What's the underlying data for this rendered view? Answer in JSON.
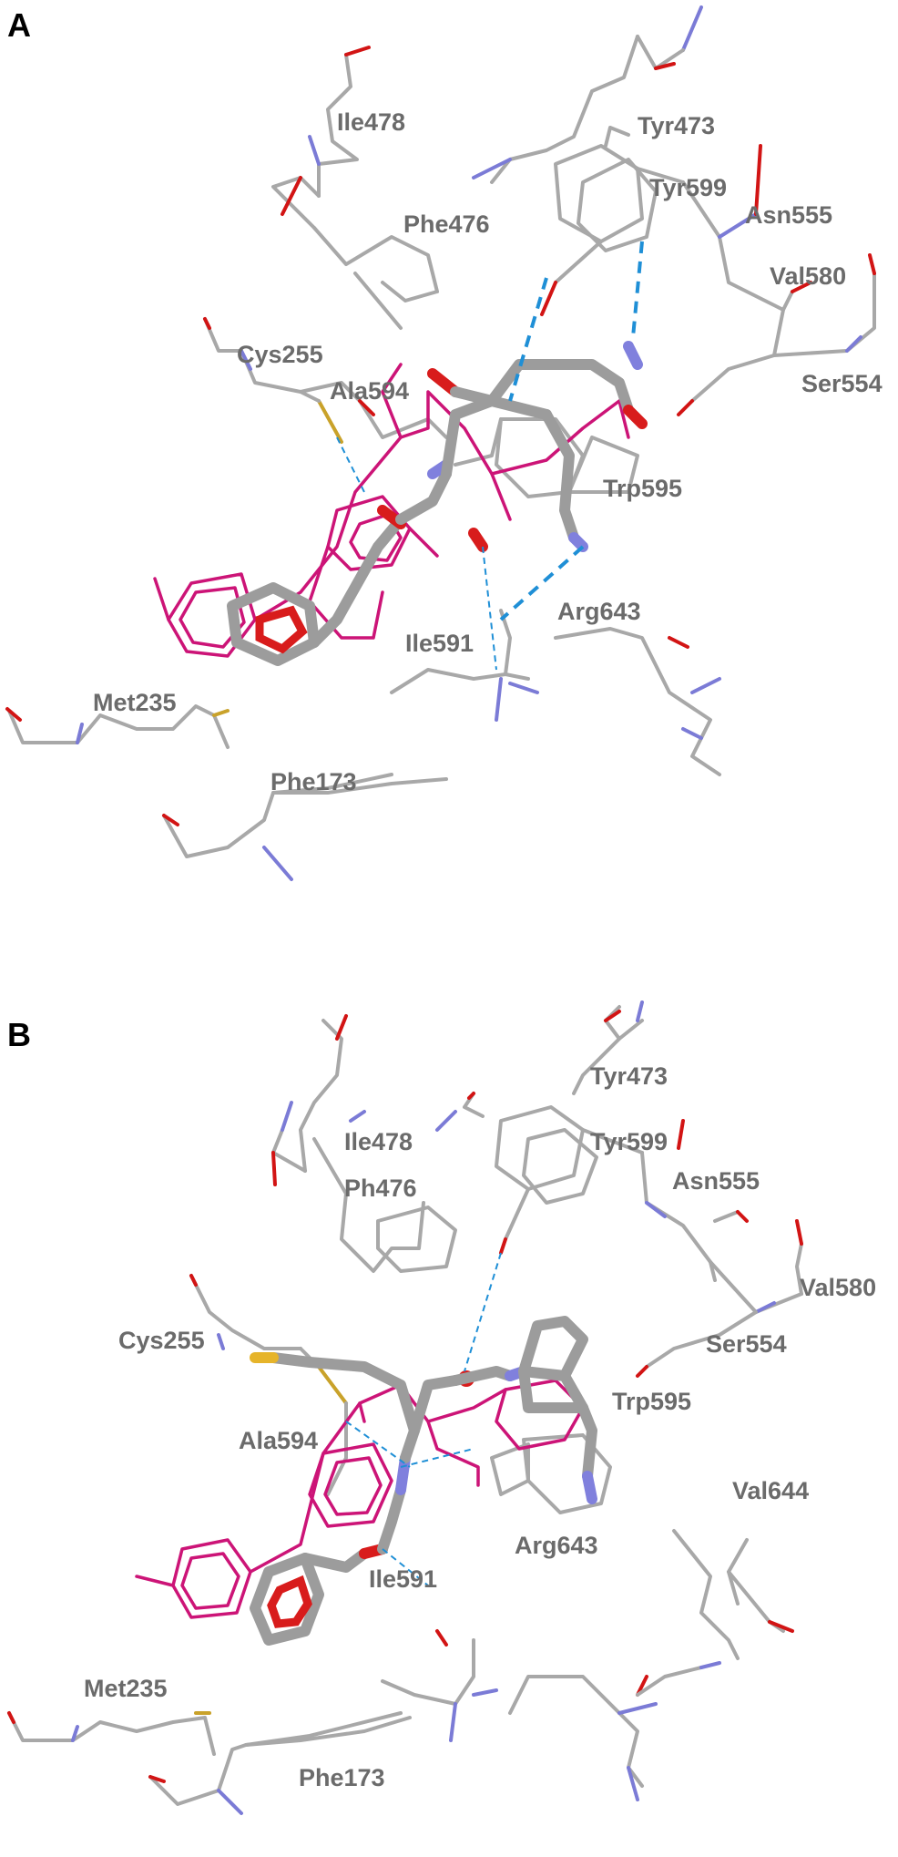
{
  "panels": [
    {
      "letter": "A",
      "residues": [
        "Ile478",
        "Tyr473",
        "Tyr599",
        "Asn555",
        "Phe476",
        "Val580",
        "Cys255",
        "Ala594",
        "Ser554",
        "Trp595",
        "Arg643",
        "Ile591",
        "Met235",
        "Phe173"
      ]
    },
    {
      "letter": "B",
      "residues": [
        "Tyr473",
        "Ile478",
        "Tyr599",
        "Asn555",
        "Ph476",
        "Val580",
        "Cys255",
        "Ser554",
        "Trp595",
        "Ala594",
        "Val644",
        "Arg643",
        "Ile591",
        "Met235",
        "Phe173"
      ]
    }
  ],
  "colors": {
    "protein_carbon": "#a8a8a8",
    "oxygen": "#d21414",
    "nitrogen": "#7b7bd6",
    "sulfur": "#c9a22a",
    "reference_ligand": "#cc1477",
    "hydrogen_bond": "#1f8fd6",
    "label": "#6b6b6b"
  }
}
